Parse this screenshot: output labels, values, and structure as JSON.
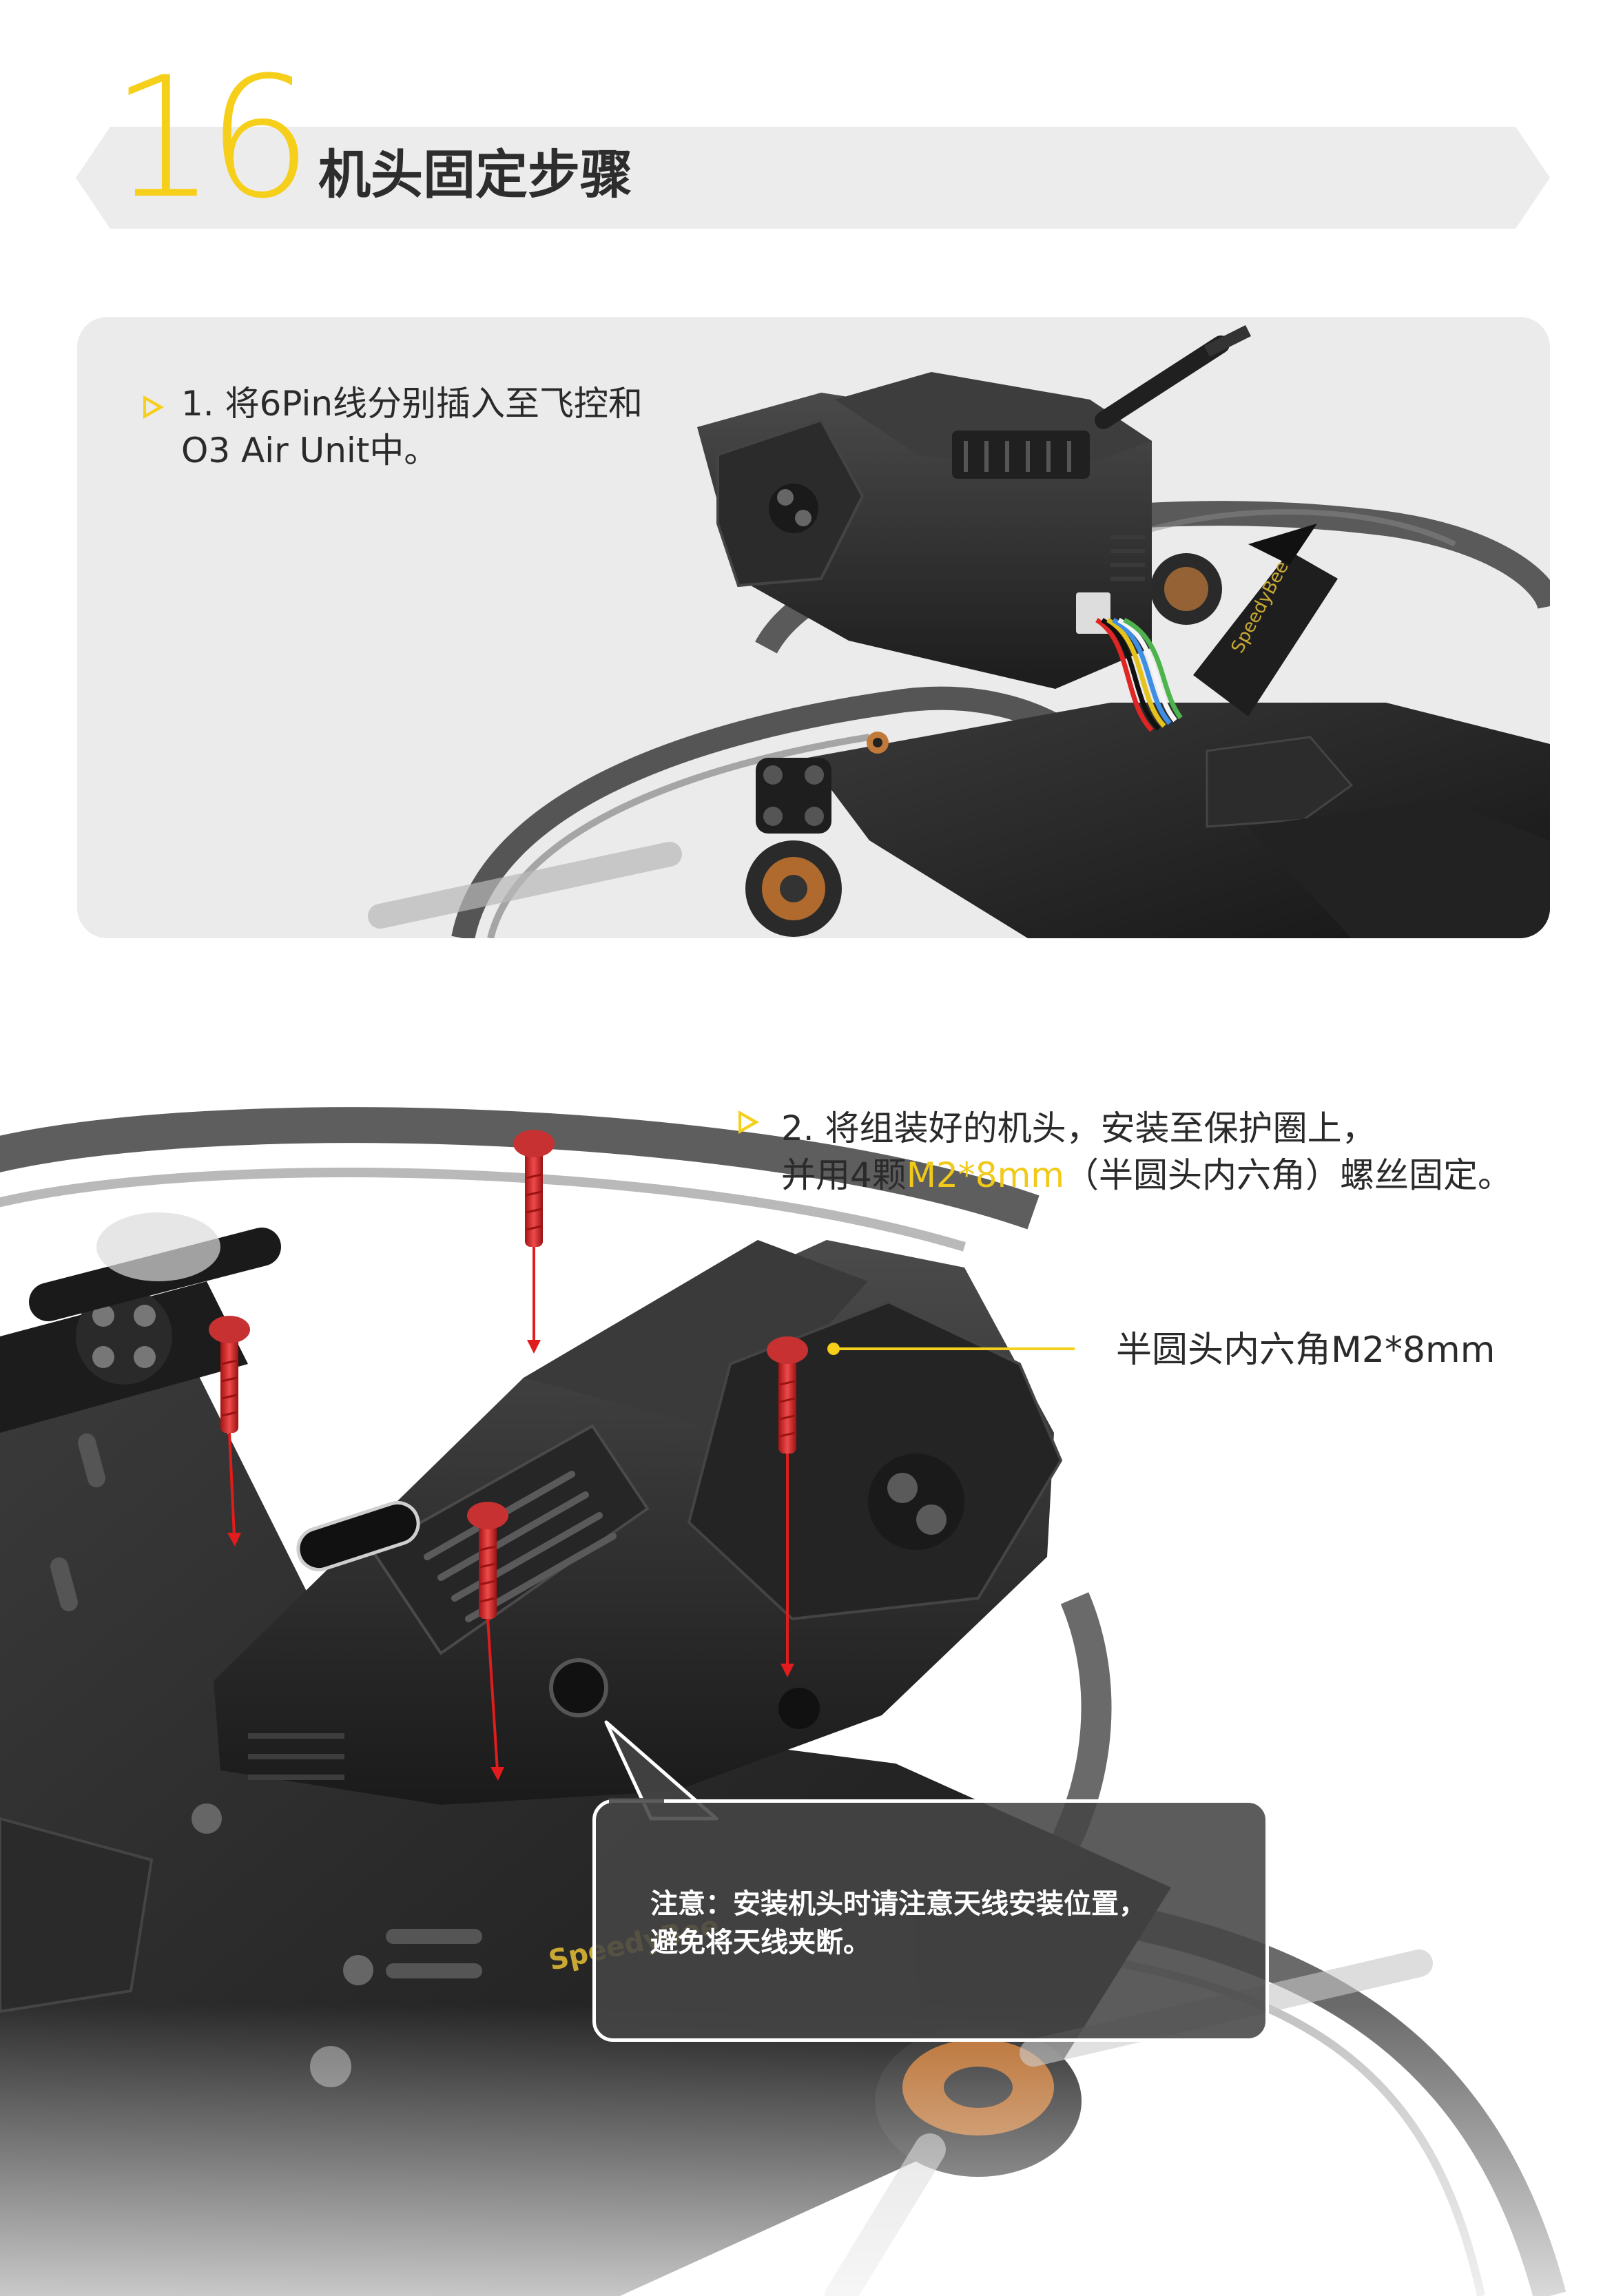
{
  "header": {
    "step_number": "16",
    "title": "机头固定步骤"
  },
  "step1": {
    "line1": "1. 将6Pin线分别插入至飞控和",
    "line2": "O3 Air Unit中。"
  },
  "step2": {
    "line1": "2. 将组装好的机头，安装至保护圈上，",
    "line2_prefix": "并用4颗",
    "line2_highlight": "M2*8mm",
    "line2_suffix": "（半圆头内六角）螺丝固定。"
  },
  "callout": {
    "label": "半圆头内六角M2*8mm"
  },
  "note": {
    "line1": "注意：安装机头时请注意天线安装位置，",
    "line2": "避免将天线夹断。"
  },
  "colors": {
    "accent_yellow": "#f6cf1a",
    "screw_red": "#d42a2a",
    "arrow_red": "#e01c1c",
    "header_gray": "#ececec",
    "panel_gray": "#ebebeb"
  }
}
